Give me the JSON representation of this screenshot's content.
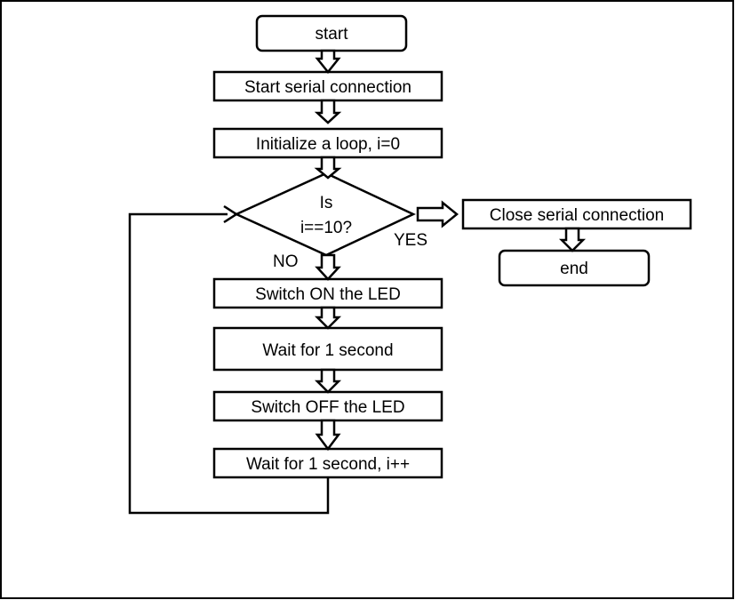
{
  "nodes": {
    "start": "start",
    "serial": "Start serial connection",
    "init": "Initialize a loop, i=0",
    "decision_line1": "Is",
    "decision_line2": "i==10?",
    "on": "Switch ON the LED",
    "wait1": "Wait for 1 second",
    "off": "Switch OFF the LED",
    "wait2": "Wait for 1 second, i++",
    "close": "Close serial connection",
    "end": "end"
  },
  "edge_labels": {
    "no": "NO",
    "yes": "YES"
  }
}
